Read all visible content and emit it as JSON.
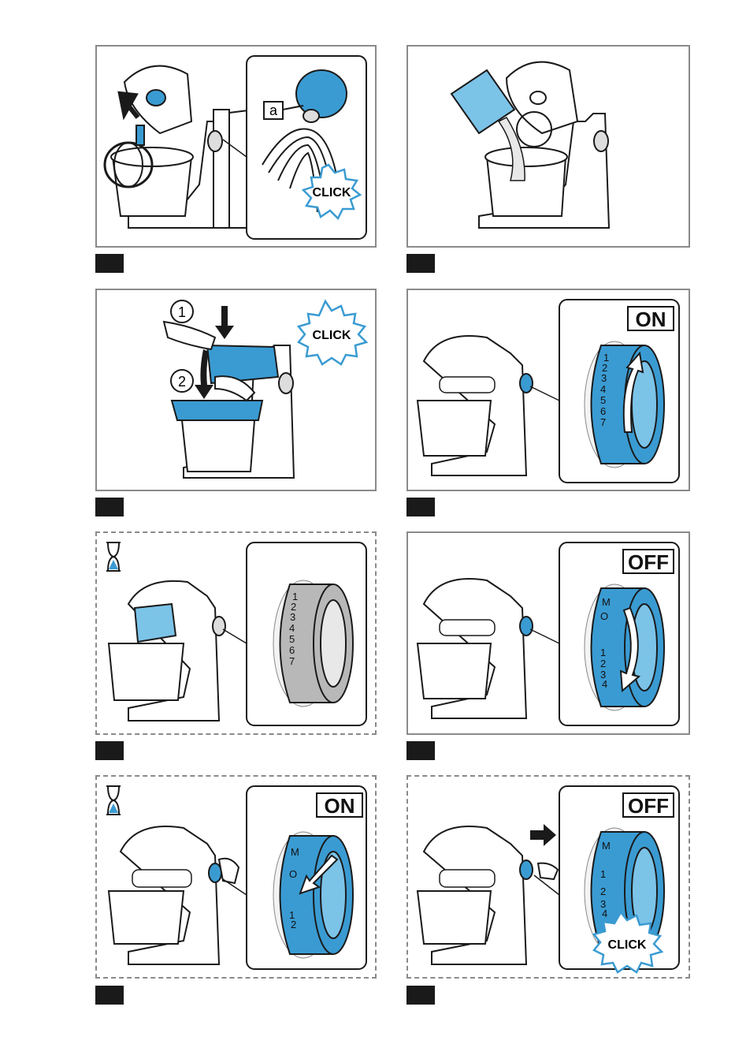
{
  "labels": {
    "click": "CLICK",
    "on": "ON",
    "off": "OFF",
    "marker_a": "a",
    "marker_1": "1",
    "marker_2": "2"
  },
  "dial_marks_on": [
    "1",
    "2",
    "3",
    "4",
    "5",
    "6",
    "7"
  ],
  "dial_marks_off": [
    "M",
    "O",
    "1",
    "2",
    "3",
    "4"
  ],
  "colors": {
    "accent_blue": "#3a9bd2",
    "light_blue": "#7cc3e8",
    "outline": "#1a1a1a",
    "frame": "#8a8a8a",
    "dial_grey": "#b8b8b8"
  },
  "icons": [
    "hourglass-icon",
    "arrow-up-icon",
    "arrow-down-icon",
    "rotate-clockwise-icon",
    "rotate-counterclockwise-icon",
    "push-arrow-icon"
  ]
}
